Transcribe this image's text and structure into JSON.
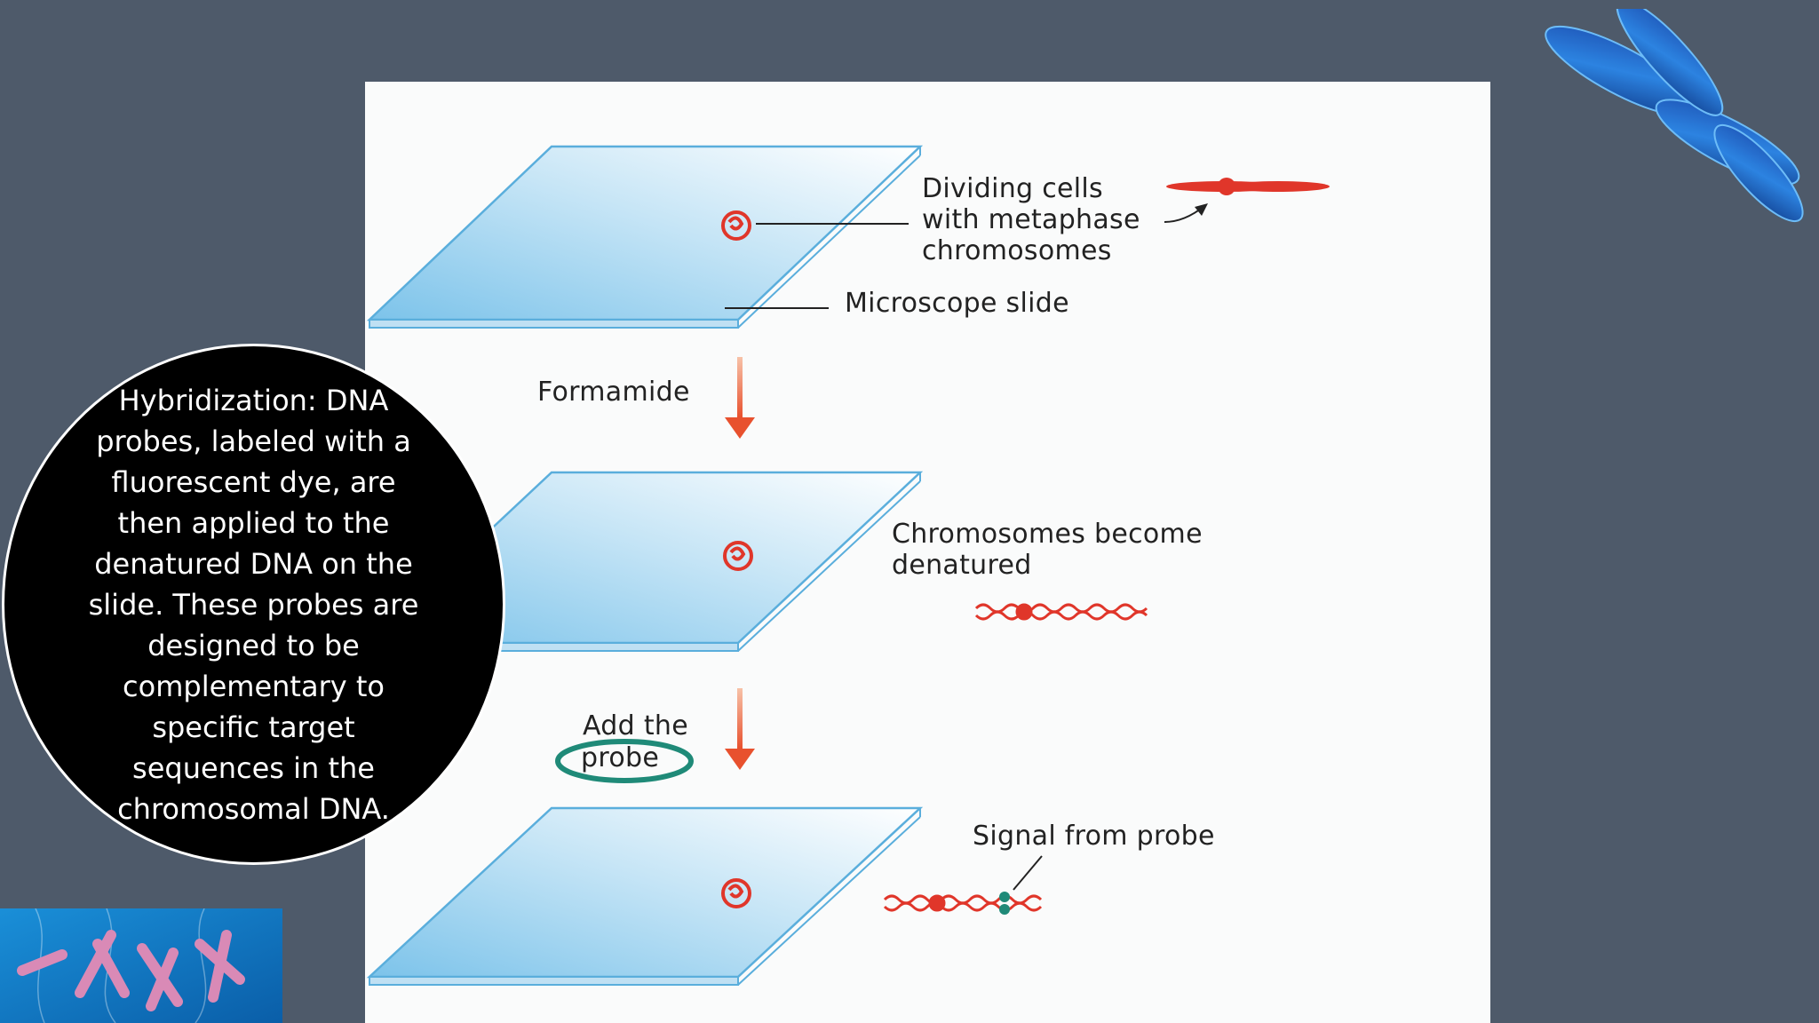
{
  "callout": {
    "text": "Hybridization: DNA probes, labeled with a fluorescent dye, are then applied to the denatured DNA on the slide. These probes are designed to be complementary to specific target sequences in the chromosomal DNA."
  },
  "diagram": {
    "step1_cells_label": "Dividing cells\nwith metaphase\nchromosomes",
    "step1_slide_label": "Microscope slide",
    "arrow1_label": "Formamide",
    "step2_label": "Chromosomes become\ndenatured",
    "arrow2_label_line1": "Add the",
    "arrow2_label_line2": "probe",
    "step3_label": "Signal from probe"
  },
  "colors": {
    "background": "#4e5a6a",
    "slide_blue": "#5aaedc",
    "chromosome_red": "#e0362a",
    "arrow_orange": "#e8512e",
    "probe_green": "#1f8a78",
    "callout_bg": "#000000"
  },
  "icons": {
    "top_right": "chromosome-x-icon",
    "bottom_left": "chromosomes-photo-icon"
  }
}
